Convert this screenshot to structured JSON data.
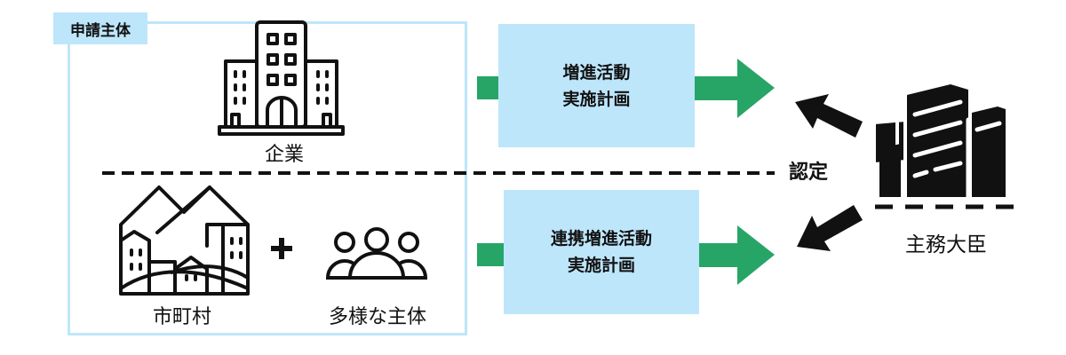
{
  "applicant": {
    "tag": "申請主体",
    "company": {
      "label": "企業",
      "icon": "office-buildings-icon"
    },
    "municipality": {
      "label": "市町村",
      "icon": "town-mountains-icon"
    },
    "plus_symbol": "+",
    "diverse_entities": {
      "label": "多様な主体",
      "icon": "people-group-icon"
    }
  },
  "plans": {
    "top": {
      "line1": "増進活動",
      "line2": "実施計画"
    },
    "bottom": {
      "line1": "連携増進活動",
      "line2": "実施計画"
    }
  },
  "approval": {
    "label": "認定"
  },
  "minister": {
    "label": "主務大臣",
    "icon": "government-building-icon"
  },
  "colors": {
    "box_fill": "#bde6fb",
    "arrow_green": "#27a567",
    "ink": "#111111"
  }
}
